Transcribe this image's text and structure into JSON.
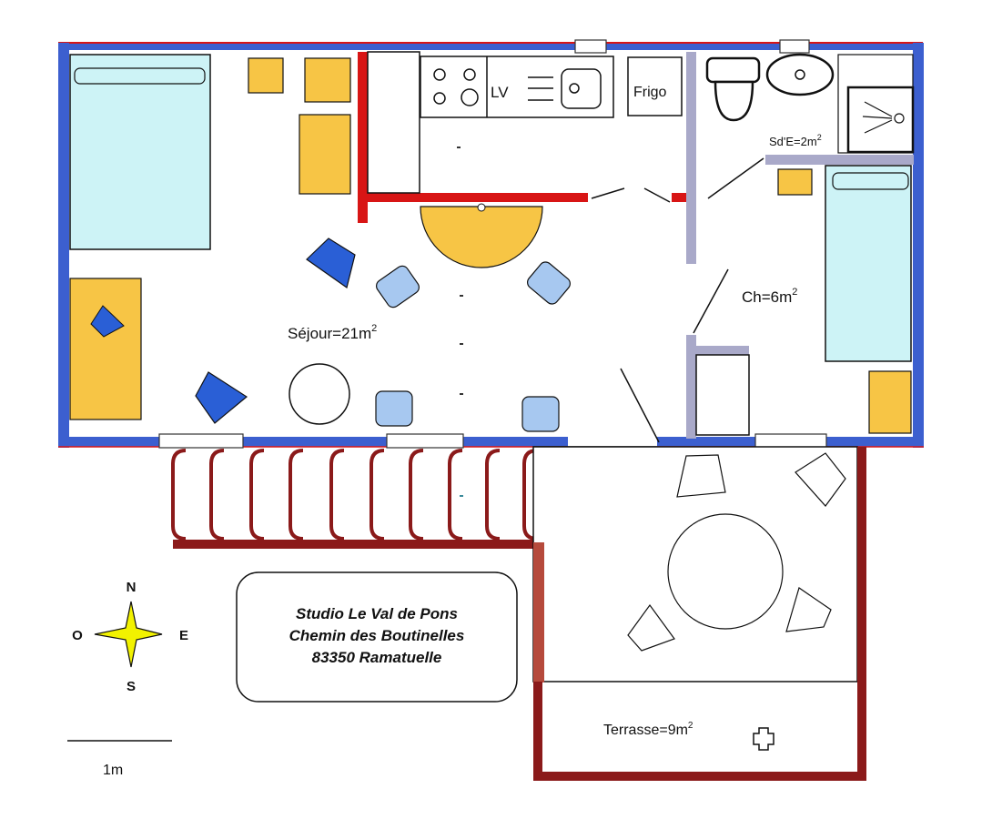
{
  "rooms": {
    "kitchen_lv": "LV",
    "kitchen_frigo": "Frigo",
    "bathroom": "Sd'E=2m",
    "bathroom_sup": "2",
    "bedroom": "Ch=6m",
    "bedroom_sup": "2",
    "living": "Séjour=21m",
    "living_sup": "2",
    "terrace": "Terrasse=9m",
    "terrace_sup": "2"
  },
  "address": {
    "line1": "Studio Le Val de Pons",
    "line2": "Chemin des Boutinelles",
    "line3": "83350 Ramatuelle"
  },
  "compass": {
    "north": "N",
    "south": "S",
    "east": "E",
    "west": "O"
  },
  "scale": {
    "label": "1m"
  },
  "colors": {
    "outer_wall": "#3c5fcf",
    "partition_red": "#d81515",
    "partition_grey": "#a9a9c9",
    "pergola": "#8b1a1a",
    "bed": "#cdf3f6",
    "furniture_orange": "#f7c545",
    "chair_dark_blue": "#2a5fd6",
    "chair_light_blue": "#a7c8f0",
    "star": "#f2f200"
  }
}
